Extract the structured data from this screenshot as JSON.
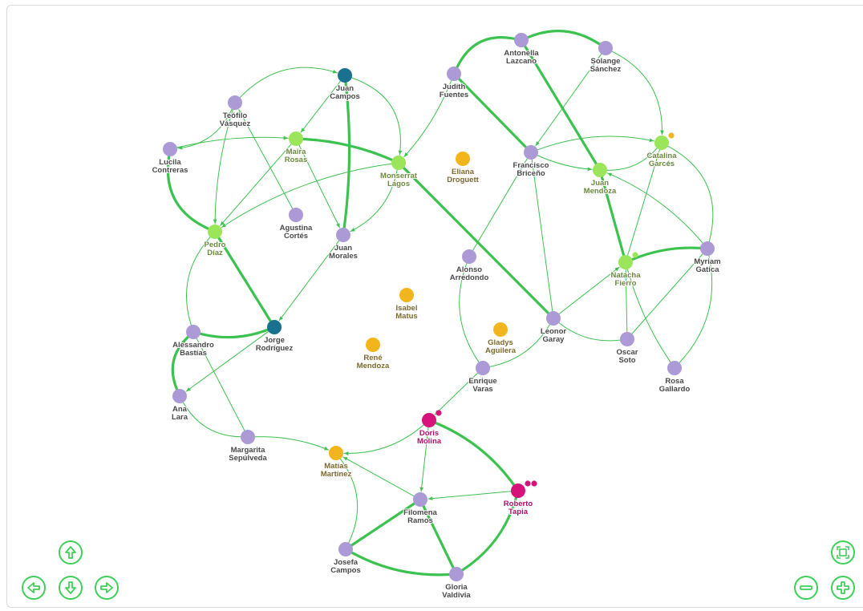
{
  "colors": {
    "edge": "#3cc24f",
    "purple": "#ab9ad6",
    "lime": "#9be55a",
    "teal": "#1a7090",
    "orange": "#f2b51e",
    "magenta": "#d6127b",
    "label_dark": "#4a4a4a",
    "label_orange": "#7d6a2f",
    "label_magenta": "#b1106a",
    "label_lime": "#6c8a3f",
    "control": "#3fcf5a"
  },
  "controls": {
    "up": "arrow-up-icon",
    "down": "arrow-down-icon",
    "left": "arrow-left-icon",
    "right": "arrow-right-icon",
    "zoom_in": "zoom-in-icon",
    "zoom_out": "zoom-out-icon",
    "fit": "fit-view-icon"
  },
  "nodes": [
    {
      "id": "juan_campos",
      "lines": [
        "Juan",
        "Campos"
      ],
      "group": "teal"
    },
    {
      "id": "teofilo",
      "lines": [
        "Teófilo",
        "Vásquez"
      ],
      "group": "purple"
    },
    {
      "id": "maira",
      "lines": [
        "Maira",
        "Rosas"
      ],
      "group": "lime"
    },
    {
      "id": "lucila",
      "lines": [
        "Lucila",
        "Contreras"
      ],
      "group": "purple"
    },
    {
      "id": "agustina",
      "lines": [
        "Agustina",
        "Cortés"
      ],
      "group": "purple"
    },
    {
      "id": "pedro",
      "lines": [
        "Pedro",
        "Díaz"
      ],
      "group": "lime"
    },
    {
      "id": "juan_morales",
      "lines": [
        "Juan",
        "Morales"
      ],
      "group": "purple"
    },
    {
      "id": "monserrat",
      "lines": [
        "Monserrat",
        "Lagos"
      ],
      "group": "lime"
    },
    {
      "id": "judith",
      "lines": [
        "Judith",
        "Fuentes"
      ],
      "group": "purple"
    },
    {
      "id": "antonella",
      "lines": [
        "Antonella",
        "Lazcano"
      ],
      "group": "purple"
    },
    {
      "id": "solange",
      "lines": [
        "Solange",
        "Sánchez"
      ],
      "group": "purple"
    },
    {
      "id": "eliana",
      "lines": [
        "Eliana",
        "Droguett"
      ],
      "group": "orange"
    },
    {
      "id": "francisco",
      "lines": [
        "Francisco",
        "Briceño"
      ],
      "group": "purple"
    },
    {
      "id": "catalina",
      "lines": [
        "Catalina",
        "Garcés"
      ],
      "group": "lime",
      "dots": 1
    },
    {
      "id": "juan_mendoza",
      "lines": [
        "Juan",
        "Mendoza"
      ],
      "group": "lime"
    },
    {
      "id": "natacha",
      "lines": [
        "Natacha",
        "Fierro"
      ],
      "group": "lime",
      "dots": 1
    },
    {
      "id": "myriam",
      "lines": [
        "Myriam",
        "Gatica"
      ],
      "group": "purple"
    },
    {
      "id": "alonso",
      "lines": [
        "Alonso",
        "Arredondo"
      ],
      "group": "purple"
    },
    {
      "id": "isabel",
      "lines": [
        "Isabel",
        "Matus"
      ],
      "group": "orange"
    },
    {
      "id": "leonor",
      "lines": [
        "Leonor",
        "Garay"
      ],
      "group": "purple"
    },
    {
      "id": "gladys",
      "lines": [
        "Gladys",
        "Aguilera"
      ],
      "group": "orange"
    },
    {
      "id": "oscar",
      "lines": [
        "Oscar",
        "Soto"
      ],
      "group": "purple"
    },
    {
      "id": "rosa",
      "lines": [
        "Rosa",
        "Gallardo"
      ],
      "group": "purple"
    },
    {
      "id": "alessandro",
      "lines": [
        "Alessandro",
        "Bastías"
      ],
      "group": "purple"
    },
    {
      "id": "jorge",
      "lines": [
        "Jorge",
        "Rodríguez"
      ],
      "group": "teal"
    },
    {
      "id": "rene",
      "lines": [
        "René",
        "Mendoza"
      ],
      "group": "orange"
    },
    {
      "id": "enrique",
      "lines": [
        "Enrique",
        "Varas"
      ],
      "group": "purple"
    },
    {
      "id": "ana",
      "lines": [
        "Ana",
        "Lara"
      ],
      "group": "purple"
    },
    {
      "id": "doris",
      "lines": [
        "Doris",
        "Molina"
      ],
      "group": "magenta",
      "dots": 1
    },
    {
      "id": "margarita",
      "lines": [
        "Margarita",
        "Sepúlveda"
      ],
      "group": "purple"
    },
    {
      "id": "matias",
      "lines": [
        "Matías",
        "Martínez"
      ],
      "group": "orange"
    },
    {
      "id": "roberto",
      "lines": [
        "Roberto",
        "Tapia"
      ],
      "group": "magenta",
      "dots": 2
    },
    {
      "id": "filomena",
      "lines": [
        "Filomena",
        "Ramos"
      ],
      "group": "purple"
    },
    {
      "id": "josefa",
      "lines": [
        "Josefa",
        "Campos"
      ],
      "group": "purple"
    },
    {
      "id": "gloria",
      "lines": [
        "Gloria",
        "Valdivia"
      ],
      "group": "purple"
    }
  ],
  "edges": [
    {
      "from": "juan_campos",
      "to": "juan_morales",
      "thick": true,
      "arrow": false
    },
    {
      "from": "maira",
      "to": "monserrat",
      "thick": true,
      "arrow": false
    },
    {
      "from": "lucila",
      "to": "pedro",
      "thick": true,
      "arrow": false
    },
    {
      "from": "pedro",
      "to": "jorge",
      "thick": true,
      "arrow": false
    },
    {
      "from": "monserrat",
      "to": "leonor",
      "thick": true,
      "arrow": false
    },
    {
      "from": "judith",
      "to": "antonella",
      "thick": true,
      "arrow": false
    },
    {
      "from": "antonella",
      "to": "solange",
      "thick": true,
      "arrow": false
    },
    {
      "from": "judith",
      "to": "francisco",
      "thick": true,
      "arrow": false
    },
    {
      "from": "antonella",
      "to": "juan_mendoza",
      "thick": true,
      "arrow": false
    },
    {
      "from": "juan_mendoza",
      "to": "natacha",
      "thick": true,
      "arrow": false
    },
    {
      "from": "natacha",
      "to": "myriam",
      "thick": true,
      "arrow": false
    },
    {
      "from": "jorge",
      "to": "alessandro",
      "thick": true,
      "arrow": false
    },
    {
      "from": "alessandro",
      "to": "ana",
      "thick": true,
      "arrow": false
    },
    {
      "from": "doris",
      "to": "roberto",
      "thick": true,
      "arrow": false
    },
    {
      "from": "roberto",
      "to": "gloria",
      "thick": true,
      "arrow": false
    },
    {
      "from": "filomena",
      "to": "josefa",
      "thick": true,
      "arrow": false
    },
    {
      "from": "filomena",
      "to": "gloria",
      "thick": true,
      "arrow": false
    },
    {
      "from": "josefa",
      "to": "gloria",
      "thick": true,
      "arrow": false
    },
    {
      "from": "teofilo",
      "to": "juan_campos",
      "thick": false,
      "arrow": true
    },
    {
      "from": "juan_campos",
      "to": "maira",
      "thick": false,
      "arrow": true
    },
    {
      "from": "teofilo",
      "to": "lucila",
      "thick": false,
      "arrow": true
    },
    {
      "from": "lucila",
      "to": "maira",
      "thick": false,
      "arrow": true
    },
    {
      "from": "maira",
      "to": "pedro",
      "thick": false,
      "arrow": true
    },
    {
      "from": "maira",
      "to": "juan_morales",
      "thick": false,
      "arrow": true
    },
    {
      "from": "agustina",
      "to": "teofilo",
      "thick": false,
      "arrow": true
    },
    {
      "from": "teofilo",
      "to": "pedro",
      "thick": false,
      "arrow": true
    },
    {
      "from": "monserrat",
      "to": "pedro",
      "thick": false,
      "arrow": true
    },
    {
      "from": "juan_campos",
      "to": "monserrat",
      "thick": false,
      "arrow": true
    },
    {
      "from": "monserrat",
      "to": "juan_morales",
      "thick": false,
      "arrow": true
    },
    {
      "from": "judith",
      "to": "monserrat",
      "thick": false,
      "arrow": true
    },
    {
      "from": "solange",
      "to": "francisco",
      "thick": false,
      "arrow": true
    },
    {
      "from": "solange",
      "to": "catalina",
      "thick": false,
      "arrow": true
    },
    {
      "from": "francisco",
      "to": "catalina",
      "thick": false,
      "arrow": true
    },
    {
      "from": "francisco",
      "to": "juan_mendoza",
      "thick": false,
      "arrow": true
    },
    {
      "from": "catalina",
      "to": "juan_mendoza",
      "thick": false,
      "arrow": false
    },
    {
      "from": "catalina",
      "to": "natacha",
      "thick": false,
      "arrow": false
    },
    {
      "from": "catalina",
      "to": "myriam",
      "thick": false,
      "arrow": false
    },
    {
      "from": "myriam",
      "to": "juan_mendoza",
      "thick": false,
      "arrow": true
    },
    {
      "from": "alonso",
      "to": "francisco",
      "thick": false,
      "arrow": false
    },
    {
      "from": "francisco",
      "to": "leonor",
      "thick": false,
      "arrow": false
    },
    {
      "from": "alonso",
      "to": "enrique",
      "thick": false,
      "arrow": false
    },
    {
      "from": "leonor",
      "to": "natacha",
      "thick": false,
      "arrow": true
    },
    {
      "from": "leonor",
      "to": "oscar",
      "thick": false,
      "arrow": false
    },
    {
      "from": "leonor",
      "to": "enrique",
      "thick": false,
      "arrow": false
    },
    {
      "from": "natacha",
      "to": "oscar",
      "thick": false,
      "arrow": false
    },
    {
      "from": "natacha",
      "to": "rosa",
      "thick": false,
      "arrow": false
    },
    {
      "from": "myriam",
      "to": "oscar",
      "thick": false,
      "arrow": false
    },
    {
      "from": "myriam",
      "to": "rosa",
      "thick": false,
      "arrow": false
    },
    {
      "from": "juan_morales",
      "to": "jorge",
      "thick": false,
      "arrow": true
    },
    {
      "from": "pedro",
      "to": "alessandro",
      "thick": false,
      "arrow": false
    },
    {
      "from": "alessandro",
      "to": "margarita",
      "thick": false,
      "arrow": false
    },
    {
      "from": "jorge",
      "to": "ana",
      "thick": false,
      "arrow": true
    },
    {
      "from": "ana",
      "to": "margarita",
      "thick": false,
      "arrow": false
    },
    {
      "from": "margarita",
      "to": "matias",
      "thick": false,
      "arrow": true
    },
    {
      "from": "enrique",
      "to": "doris",
      "thick": false,
      "arrow": true
    },
    {
      "from": "doris",
      "to": "matias",
      "thick": false,
      "arrow": true
    },
    {
      "from": "doris",
      "to": "filomena",
      "thick": false,
      "arrow": true
    },
    {
      "from": "roberto",
      "to": "filomena",
      "thick": false,
      "arrow": true
    },
    {
      "from": "filomena",
      "to": "matias",
      "thick": false,
      "arrow": true
    },
    {
      "from": "josefa",
      "to": "matias",
      "thick": false,
      "arrow": false
    }
  ]
}
